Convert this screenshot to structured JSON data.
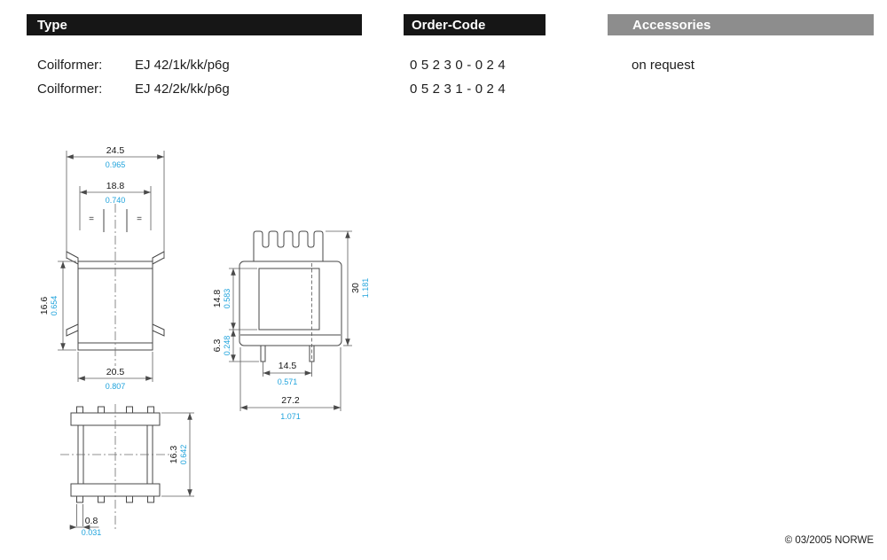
{
  "header_bars": {
    "type": "Type",
    "order_code": "Order-Code",
    "accessories": "Accessories"
  },
  "products": [
    {
      "category": "Coilformer:",
      "type_name": "EJ 42/1k/kk/p6g",
      "order_code": "05230-024",
      "accessories": "on request"
    },
    {
      "category": "Coilformer:",
      "type_name": "EJ 42/2k/kk/p6g",
      "order_code": "05231-024"
    }
  ],
  "drawings": {
    "front_view": {
      "overall_width": {
        "mm": "24.5",
        "inch": "0.965"
      },
      "flange_width": {
        "mm": "18.8",
        "inch": "0.740"
      },
      "height": {
        "mm": "16.6",
        "inch": "0.654"
      },
      "body_width": {
        "mm": "20.5",
        "inch": "0.807"
      },
      "equal_mark": "="
    },
    "side_view": {
      "window_height": {
        "mm": "14.8",
        "inch": "0.583"
      },
      "overall_height": {
        "mm": "30",
        "inch": "1.181"
      },
      "pin_length": {
        "mm": "6.3",
        "inch": "0.248"
      },
      "pin_spacing": {
        "mm": "14.5",
        "inch": "0.571"
      },
      "overall_width": {
        "mm": "27.2",
        "inch": "1.071"
      }
    },
    "bottom_view": {
      "depth": {
        "mm": "16.3",
        "inch": "0.642"
      },
      "pin_thickness": {
        "mm": "0.8",
        "inch": "0.031"
      }
    }
  },
  "footer": {
    "copyright": "© 03/2005 NORWE"
  },
  "colors": {
    "header_bar_dark": "#161616",
    "header_bar_gray": "#8d8d8d",
    "inch_dimension_accent": "#1fa3dc"
  }
}
